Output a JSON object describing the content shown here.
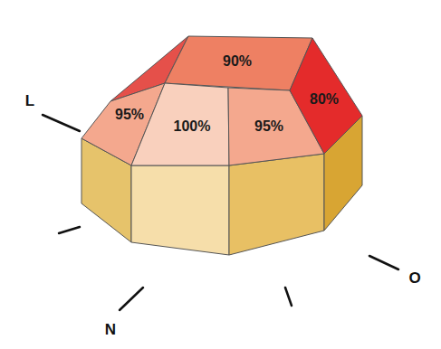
{
  "diagram": {
    "nodes": [
      {
        "text": [
          "90%"
        ]
      },
      {
        "text": [
          "95%"
        ]
      },
      {
        "text": [
          "100%"
        ]
      },
      {
        "text": [
          "95%"
        ]
      },
      {
        "text": [
          "80%"
        ]
      }
    ],
    "labels": [
      "L",
      "N",
      "O"
    ]
  }
}
